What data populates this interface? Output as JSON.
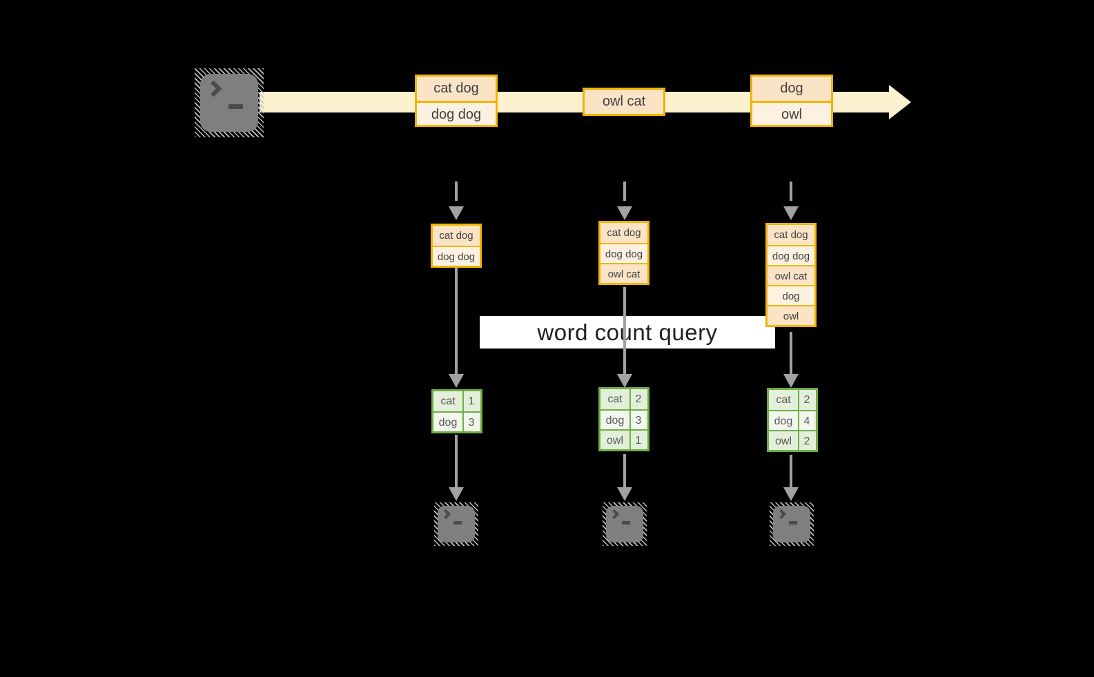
{
  "background": "#000000",
  "colors": {
    "stream_band": "#FBF1CE",
    "event_border": "#F0B400",
    "event_fill_dark": "#FBE3C6",
    "event_fill_light": "#FDF2E2",
    "table_border": "#70AD47",
    "table_fill_dark": "#E2EFD9",
    "table_fill_light": "#F1F7EC",
    "arrow_gray": "#A2A2A2",
    "terminal_fill": "#7F7F7F",
    "terminal_glyph": "#4B4B4B",
    "banner_bg": "#FFFFFF",
    "event_text": "#3F3F3F",
    "table_text": "#595959",
    "banner_text": "#1F1F1F"
  },
  "producer": {
    "icon": "terminal-icon"
  },
  "consumers": {
    "icon": "terminal-icon",
    "count": 3
  },
  "stream": {
    "events": [
      {
        "lines": [
          "cat dog",
          "dog dog"
        ]
      },
      {
        "lines": [
          "owl cat"
        ]
      },
      {
        "lines": [
          "dog",
          "owl"
        ]
      }
    ]
  },
  "query_label": "word count query",
  "snapshots": [
    {
      "buffer": [
        "cat dog",
        "dog dog"
      ],
      "counts": [
        {
          "word": "cat",
          "count": "1"
        },
        {
          "word": "dog",
          "count": "3"
        }
      ]
    },
    {
      "buffer": [
        "cat dog",
        "dog dog",
        "owl cat"
      ],
      "counts": [
        {
          "word": "cat",
          "count": "2"
        },
        {
          "word": "dog",
          "count": "3"
        },
        {
          "word": "owl",
          "count": "1"
        }
      ]
    },
    {
      "buffer": [
        "cat dog",
        "dog dog",
        "owl cat",
        "dog",
        "owl"
      ],
      "counts": [
        {
          "word": "cat",
          "count": "2"
        },
        {
          "word": "dog",
          "count": "4"
        },
        {
          "word": "owl",
          "count": "2"
        }
      ]
    }
  ]
}
